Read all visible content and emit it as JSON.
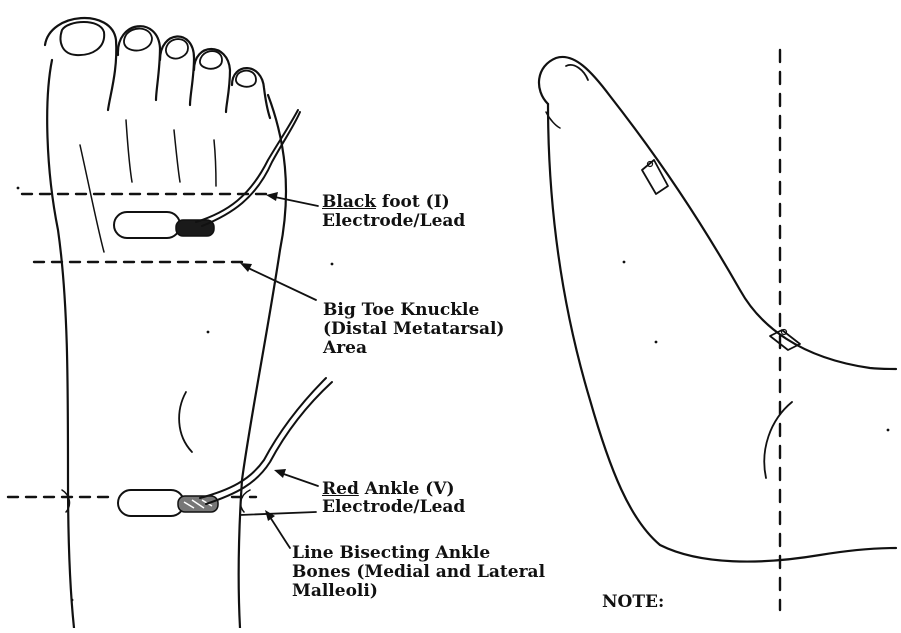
{
  "labels": {
    "black_lead": {
      "color_word": "Black",
      "line1_rest": " foot (I)",
      "line2": "Electrode/Lead"
    },
    "knuckle": {
      "line1": "Big Toe Knuckle",
      "line2": "(Distal Metatarsal)",
      "line3": "Area"
    },
    "red_lead": {
      "color_word": "Red",
      "line1_rest": " Ankle (V)",
      "line2": "Electrode/Lead"
    },
    "bisect": {
      "line1": "Line Bisecting Ankle",
      "line2": "Bones (Medial and Lateral",
      "line3": "Malleoli)"
    },
    "note": "NOTE:"
  }
}
